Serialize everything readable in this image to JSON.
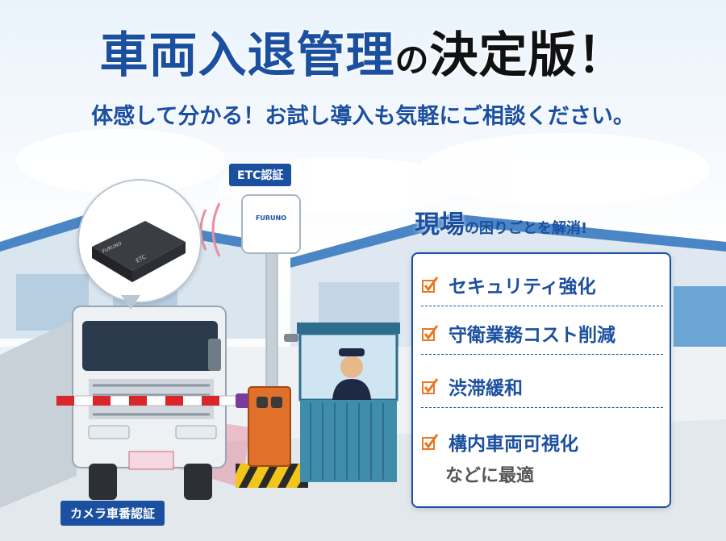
{
  "headline": {
    "part1": "車両入退管理",
    "part2": "の",
    "part3": "決定版！"
  },
  "subhead": "体感して分かる！お試し導入も気軽にご相談ください。",
  "labels": {
    "etc": "ETC認証",
    "camera": "カメラ車番認証"
  },
  "device_text": {
    "antenna_brand": "FURUNO",
    "unit_brand": "FURUNO",
    "unit_model": "ETC"
  },
  "tagline": {
    "highlight": "現場",
    "rest": "の困りごとを解消!"
  },
  "benefits": [
    "セキュリティ強化",
    "守衛業務コスト削減",
    "渋滞緩和",
    "構内車両可視化"
  ],
  "benefits_note": "などに最適",
  "colors": {
    "brand_blue": "#1b4fa0",
    "check_orange": "#e87722",
    "barrier_red": "#d9262b",
    "gate_orange": "#e0702a",
    "booth_teal": "#3f8cab"
  }
}
